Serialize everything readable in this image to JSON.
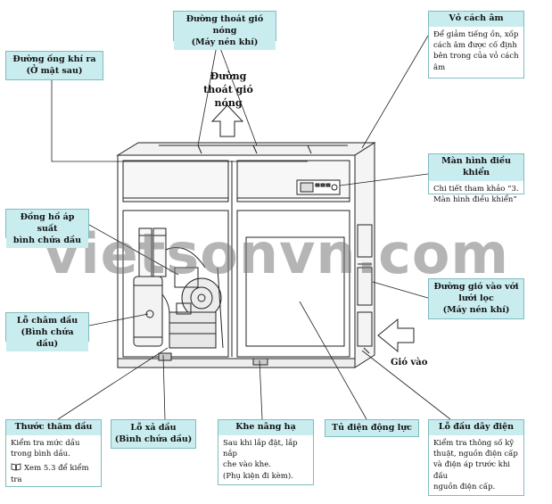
{
  "callouts": {
    "hot_air_outlet": {
      "title_line1": "Đường thoát gió nóng",
      "title_line2": "(Máy nén khí)"
    },
    "air_outlet_pipe": {
      "title_line1": "Đường ống khí ra",
      "title_line2": "(Ở mặt sau)"
    },
    "sound_enclosure": {
      "title": "Vỏ cách âm",
      "body_lines": [
        "Để giảm tiếng ồn, xốp",
        "cách âm được cố định",
        "bên trong của vỏ cách",
        "âm"
      ]
    },
    "control_panel": {
      "title": "Màn hình điều khiển",
      "body_lines": [
        "Chi tiết tham khảo “3.",
        "Màn hình điều khiển”"
      ]
    },
    "pressure_gauge": {
      "title_line1": "Đồng hồ áp suất",
      "title_line2": "bình chứa dầu"
    },
    "air_inlet_filter": {
      "title_line1": "Đường gió vào với",
      "title_line2": "lưới lọc",
      "title_line3": "(Máy nén khí)"
    },
    "oil_filler": {
      "title_line1": "Lỗ châm dầu",
      "title_line2": "(Bình chứa dầu)"
    },
    "dipstick": {
      "title": "Thước thăm dầu",
      "body_lines": [
        "Kiểm tra mức dầu",
        "trong bình dầu."
      ],
      "ref_note": "Xem 5.3 để kiểm tra"
    },
    "oil_drain": {
      "title_line1": "Lỗ xả dầu",
      "title_line2": "(Bình chứa dầu)"
    },
    "lifting_slot": {
      "title": "Khe nâng hạ",
      "body_lines": [
        "Sau khi lắp đặt, lắp nắp",
        "che vào khe.",
        "(Phụ kiện đi kèm)."
      ]
    },
    "power_cabinet": {
      "title": "Tủ điện động lực"
    },
    "wiring_port": {
      "title": "Lỗ đấu dây điện",
      "body_lines": [
        "Kiểm tra thông số kỹ",
        "thuật, nguồn điện cấp",
        "và điện áp trước khi đấu",
        "nguồn điện cấp."
      ]
    }
  },
  "labels": {
    "hot_air_line1": "Đường",
    "hot_air_line2": "thoát gió",
    "hot_air_line3": "nóng",
    "air_in": "Gió vào"
  },
  "watermark": "vietsonvn.com",
  "colors": {
    "callout_fill": "#c9ecef",
    "callout_border": "#7fbcc0",
    "line": "#222222"
  },
  "icons": {
    "reference": "book-icon"
  }
}
